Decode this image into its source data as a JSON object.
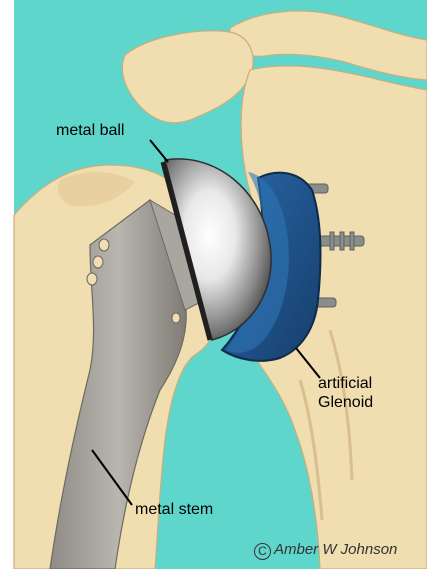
{
  "labels": {
    "ball": "metal ball",
    "glenoid_line1": "artificial",
    "glenoid_line2": "Glenoid",
    "stem": "metal stem"
  },
  "credit": {
    "symbol": "C",
    "name": "Amber W Johnson"
  },
  "colors": {
    "background": "#5fd6cc",
    "bone": "#f0ddb0",
    "bone_shadow": "#d9bf8c",
    "metal_stem": "#9a9a92",
    "glenoid": "#1e4f86",
    "ball_highlight": "#ffffff",
    "ball_dark": "#3a3a3a"
  }
}
